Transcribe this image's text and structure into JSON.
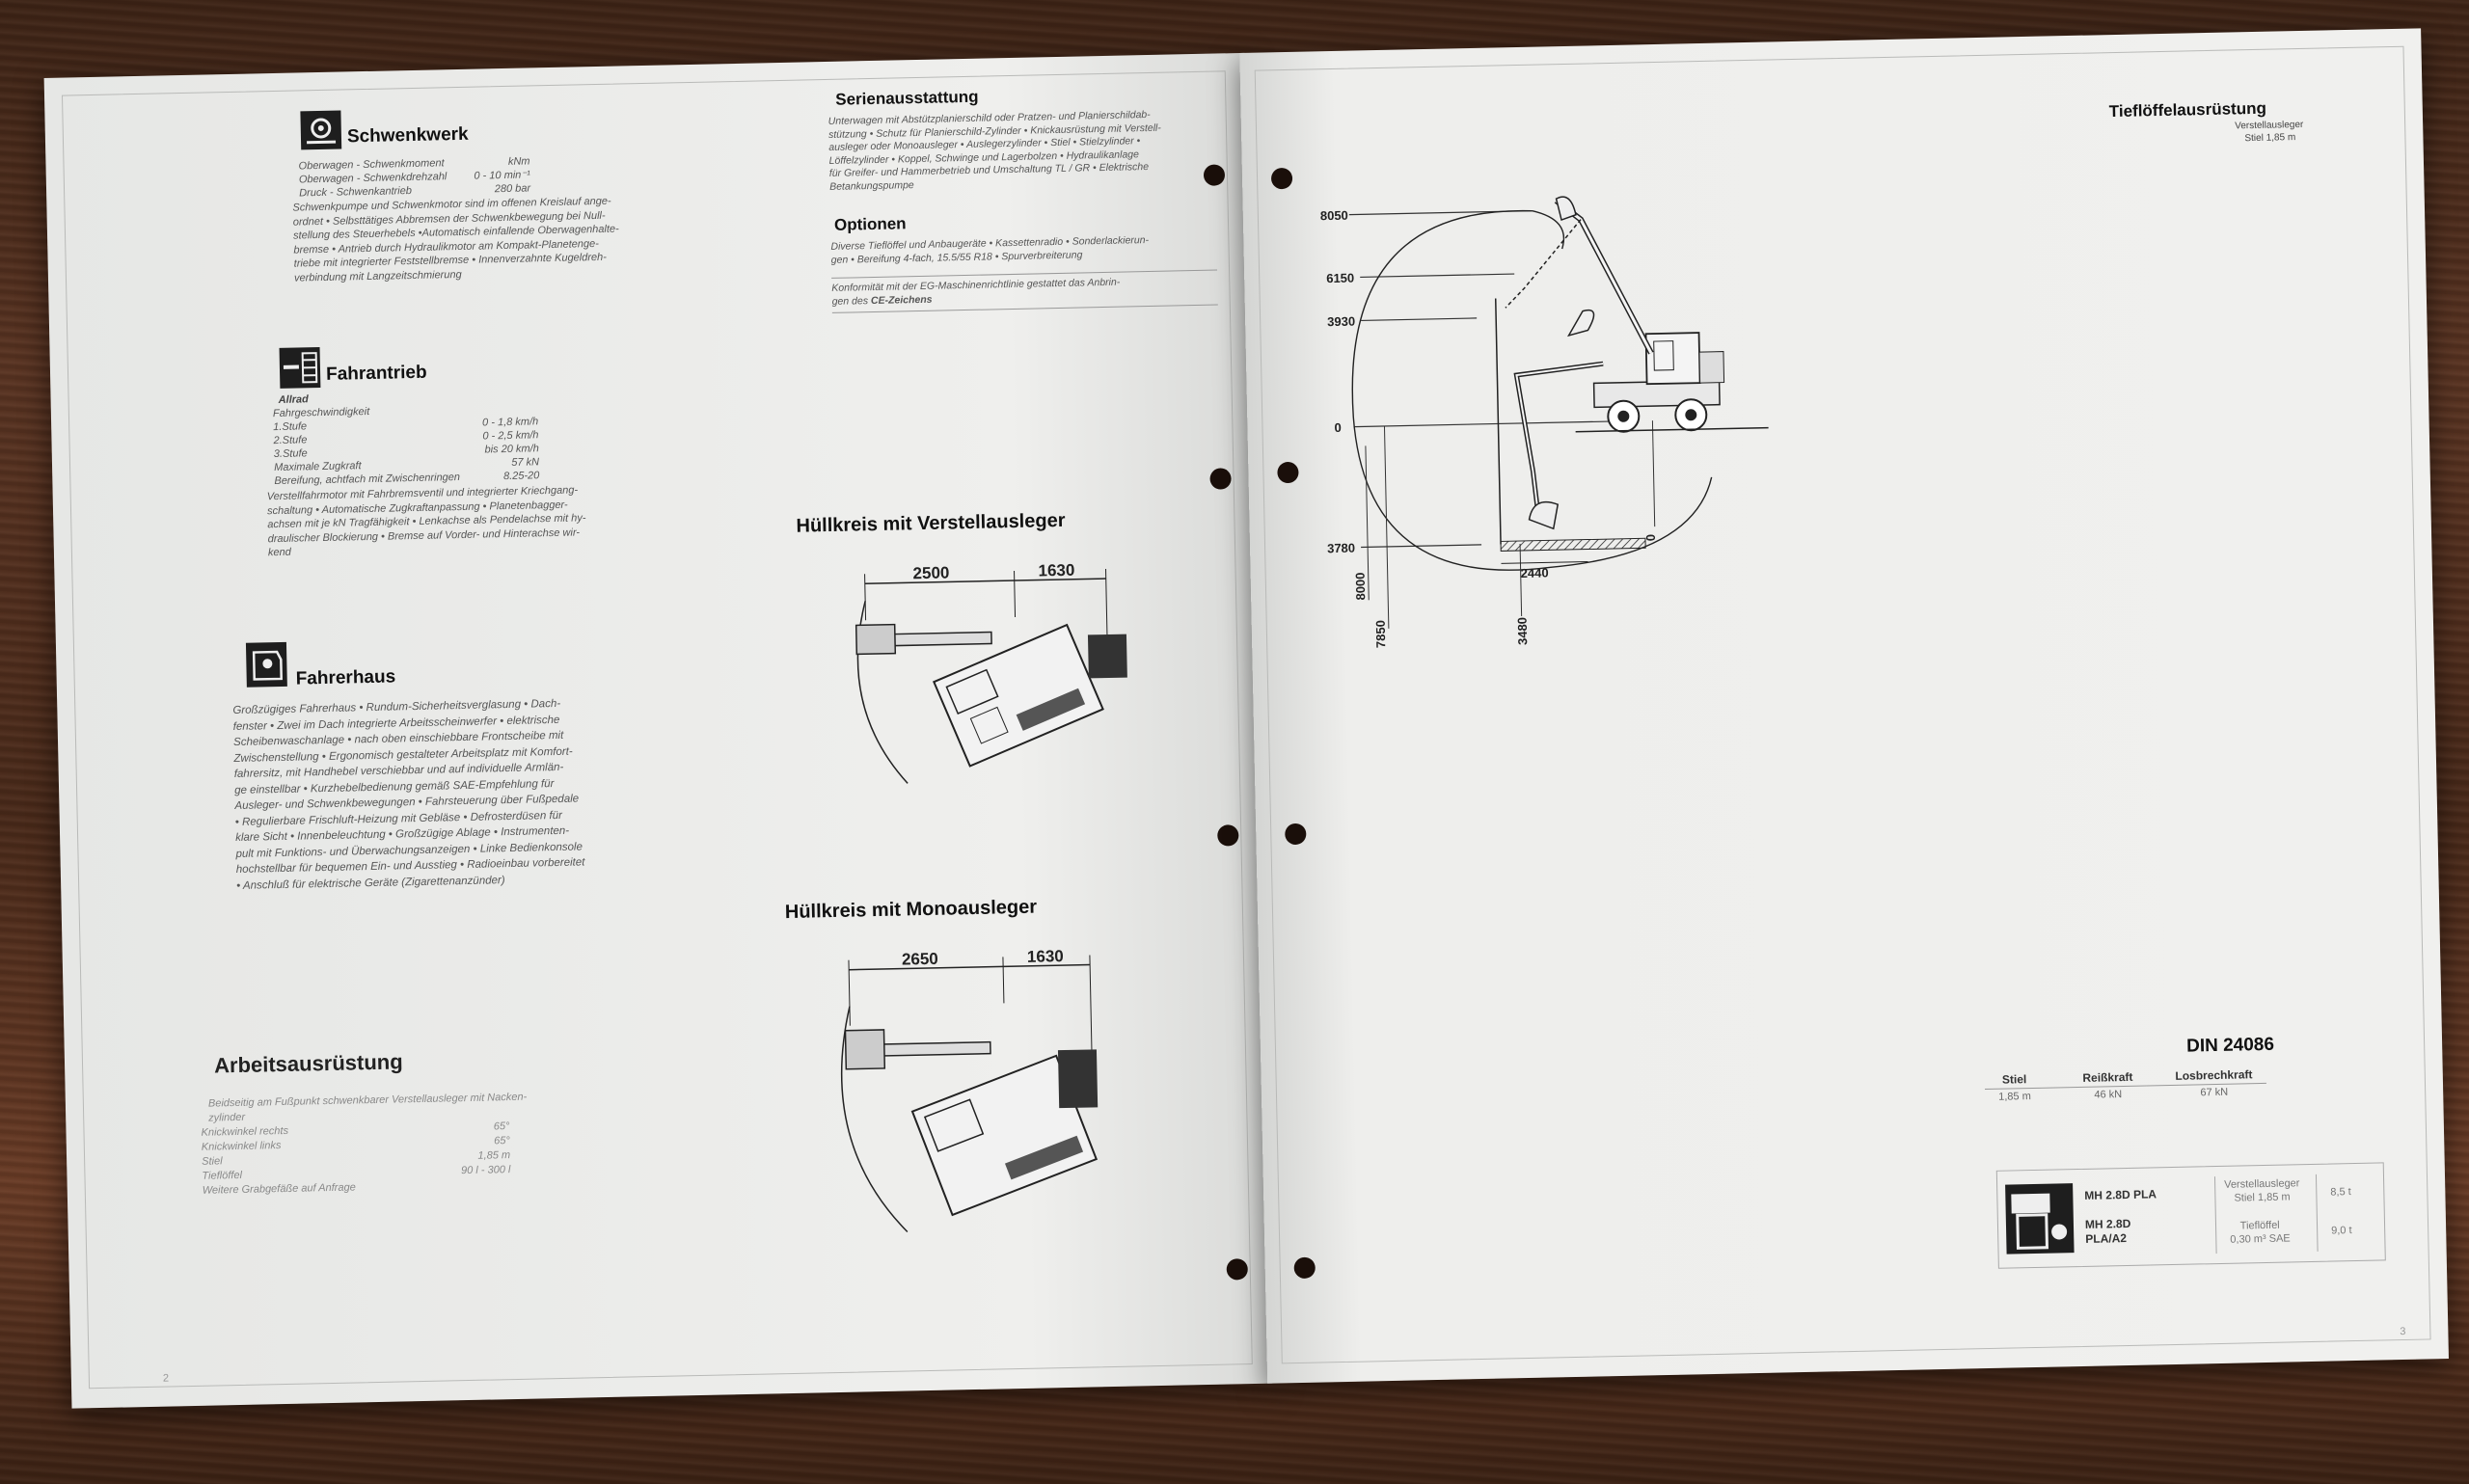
{
  "left_page": {
    "number": "2",
    "schwenkwerk": {
      "title": "Schwenkwerk",
      "specs": [
        {
          "label": "Oberwagen - Schwenkmoment",
          "value": "kNm"
        },
        {
          "label": "Oberwagen - Schwenkdrehzahl",
          "value": "0 - 10 min⁻¹"
        },
        {
          "label": "Druck - Schwenkantrieb",
          "value": "280 bar"
        }
      ],
      "text_lines": [
        "Schwenkpumpe und Schwenkmotor sind im offenen Kreislauf ange-",
        "ordnet • Selbsttätiges Abbremsen der Schwenkbewegung bei Null-",
        "stellung des Steuerhebels •Automatisch einfallende Oberwagenhalte-",
        "bremse • Antrieb durch Hydraulikmotor am Kompakt-Planetenge-",
        "triebe mit integrierter Feststellbremse • Innenverzahnte Kugeldreh-",
        "verbindung mit Langzeitschmierung"
      ]
    },
    "fahrantrieb": {
      "title": "Fahrantrieb",
      "subtitle": "Allrad",
      "specs": [
        {
          "label": "Fahrgeschwindigkeit",
          "value": ""
        },
        {
          "label": "1.Stufe",
          "value": "0 - 1,8 km/h"
        },
        {
          "label": "2.Stufe",
          "value": "0 - 2,5 km/h"
        },
        {
          "label": "3.Stufe",
          "value": "bis 20 km/h"
        },
        {
          "label": "Maximale Zugkraft",
          "value": "57 kN"
        },
        {
          "label": "Bereifung, achtfach mit Zwischenringen",
          "value": "8.25-20"
        }
      ],
      "text_lines": [
        "Verstellfahrmotor mit Fahrbremsventil und integrierter Kriechgang-",
        "schaltung • Automatische Zugkraftanpassung • Planetenbagger-",
        "achsen mit je kN Tragfähigkeit • Lenkachse als Pendelachse mit hy-",
        "draulischer Blockierung • Bremse auf Vorder- und Hinterachse wir-",
        "kend"
      ]
    },
    "fahrerhaus": {
      "title": "Fahrerhaus",
      "text_lines": [
        "Großzügiges Fahrerhaus • Rundum-Sicherheitsverglasung • Dach-",
        "fenster • Zwei im Dach integrierte Arbeitsscheinwerfer • elektrische",
        "Scheibenwaschanlage • nach oben einschiebbare Frontscheibe mit",
        "Zwischenstellung • Ergonomisch gestalteter Arbeitsplatz mit Komfort-",
        "fahrersitz, mit Handhebel verschiebbar und auf individuelle Armlän-",
        "ge einstellbar • Kurzhebelbedienung gemäß SAE-Empfehlung für",
        "Ausleger- und Schwenkbewegungen • Fahrsteuerung über Fußpedale",
        "• Regulierbare Frischluft-Heizung mit Gebläse • Defrosterdüsen für",
        "klare Sicht • Innenbeleuchtung • Großzügige Ablage • Instrumenten-",
        "pult mit Funktions- und Überwachungsanzeigen • Linke Bedienkonsole",
        "hochstellbar für bequemen Ein- und Ausstieg • Radioeinbau vorbereitet",
        "• Anschluß für elektrische Geräte (Zigarettenanzünder)"
      ]
    },
    "arbeitsausruestung": {
      "title": "Arbeitsausrüstung",
      "text_lines": [
        "Beidseitig am Fußpunkt schwenkbarer Verstellausleger  mit Nacken-",
        "zylinder"
      ],
      "specs": [
        {
          "label": "Knickwinkel rechts",
          "value": "65°"
        },
        {
          "label": "Knickwinkel links",
          "value": "65°"
        },
        {
          "label": "Stiel",
          "value": "1,85 m"
        },
        {
          "label": "Tieflöffel",
          "value": "90 l - 300 l"
        },
        {
          "label": "Weitere Grabgefäße auf Anfrage",
          "value": ""
        }
      ]
    },
    "serienausstattung": {
      "title": "Serienausstattung",
      "text_lines": [
        "Unterwagen mit Abstützplanierschild oder Pratzen- und Planierschildab-",
        "stützung • Schutz für Planierschild-Zylinder • Knickausrüstung mit Verstell-",
        "ausleger oder Monoausleger • Auslegerzylinder • Stiel • Stielzylinder •",
        "Löffelzylinder • Koppel, Schwinge und Lagerbolzen • Hydraulikanlage",
        "für Greifer- und Hammerbetrieb und Umschaltung TL / GR • Elektrische",
        "Betankungspumpe"
      ]
    },
    "optionen": {
      "title": "Optionen",
      "text_lines": [
        "Diverse Tieflöffel und Anbaugeräte • Kassettenradio • Sonderlackierun-",
        "gen • Bereifung 4-fach, 15.5/55 R18 • Spurverbreiterung"
      ]
    },
    "konformitaet": {
      "line1": "Konformität mit der EG-Maschinenrichtlinie gestattet das Anbrin-",
      "line2_prefix": "gen des",
      "line2_bold": "CE-Zeichens"
    },
    "huellkreis_verstell": {
      "title": "Hüllkreis mit Verstellausleger",
      "dim_a": "2500",
      "dim_b": "1630"
    },
    "huellkreis_mono": {
      "title": "Hüllkreis mit Monoausleger",
      "dim_a": "2650",
      "dim_b": "1630"
    }
  },
  "right_page": {
    "number": "3",
    "title": "Tieflöffelausrüstung",
    "subtitle1": "Verstellausleger",
    "subtitle2": "Stiel 1,85 m",
    "diagram": {
      "heights": [
        "8050",
        "6150",
        "3930",
        "0",
        "3780"
      ],
      "vertical_labels": [
        "8000",
        "7850",
        "3480",
        "0"
      ],
      "bottom_width": "2440"
    },
    "din": {
      "title": "DIN 24086",
      "headers": [
        "Stiel",
        "Reißkraft",
        "Losbrechkraft"
      ],
      "row": [
        "1,85 m",
        "46 kN",
        "67 kN"
      ]
    },
    "models": [
      {
        "name": "MH 2.8D PLA",
        "desc_line1": "Verstellausleger",
        "desc_line2": "Stiel 1,85 m",
        "value": "8,5 t"
      },
      {
        "name": "MH 2.8D PLA/A2",
        "name_line1": "MH 2.8D",
        "name_line2": "PLA/A2",
        "desc_line1": "Tieflöffel",
        "desc_line2": "0,30 m³ SAE",
        "value": "9,0 t"
      }
    ]
  }
}
